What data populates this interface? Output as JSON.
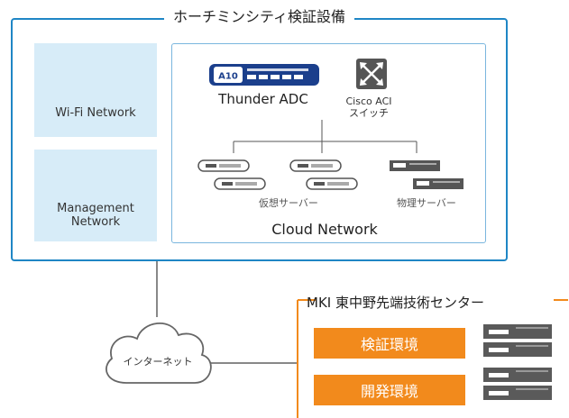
{
  "top_section": {
    "title": "ホーチミンシティ検証設備"
  },
  "panels": {
    "wifi": "Wi-Fi Network",
    "management_line1": "Management",
    "management_line2": "Network"
  },
  "cloud_panel": {
    "thunder_logo": "A10",
    "thunder_label": "Thunder ADC",
    "cisco_line1": "Cisco ACI",
    "cisco_line2": "スイッチ",
    "virtual_servers": "仮想サーバー",
    "physical_servers": "物理サーバー",
    "network_label": "Cloud Network"
  },
  "internet": {
    "label": "インターネット"
  },
  "mki": {
    "title": "MKI 東中野先端技術センター",
    "environments": [
      "検証環境",
      "開発環境"
    ]
  },
  "colors": {
    "frame_blue": "#1f86c5",
    "panel_blue": "#d7ecf8",
    "orange": "#f28a1c",
    "device_navy": "#1b3f8c",
    "server_gray": "#5a5a5a"
  }
}
